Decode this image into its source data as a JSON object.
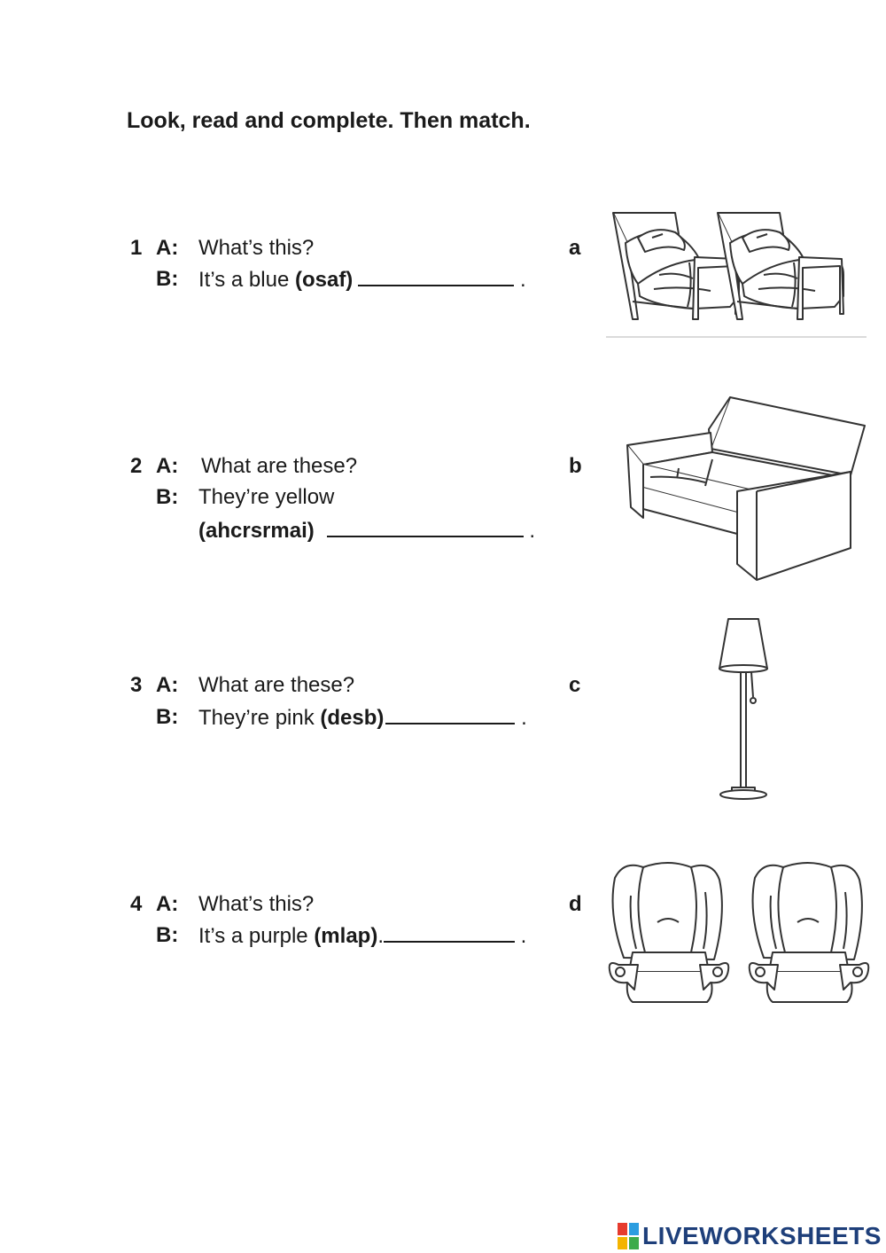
{
  "title": "Look, read and complete. Then match.",
  "items": [
    {
      "num": "1",
      "a_label": "A:",
      "a_text": "What’s this?",
      "b_label": "B:",
      "b_text": "It’s a blue ",
      "b_word": "(osaf)",
      "end": ".",
      "letter": "a"
    },
    {
      "num": "2",
      "a_label": "A:",
      "a_text": "What are these?",
      "b_label": "B:",
      "b_text": "They’re yellow",
      "b_word": "(ahcrsrmai)",
      "end": ".",
      "letter": "b"
    },
    {
      "num": "3",
      "a_label": "A:",
      "a_text": "What are these?",
      "b_label": "B:",
      "b_text": "They’re pink ",
      "b_word": "(desb)",
      "end": ".",
      "letter": "c"
    },
    {
      "num": "4",
      "a_label": "A:",
      "a_text": "What’s this?",
      "b_label": "B:",
      "b_text": "It’s a purple ",
      "b_word": "(mlap)",
      "b_after": ".",
      "end": ".",
      "letter": "d"
    }
  ],
  "pictures": [
    "beds-icon",
    "sofa-icon",
    "floor-lamp-icon",
    "armchairs-icon"
  ],
  "logo": {
    "text": "LIVEWORKSHEETS",
    "mark_letters": [
      "L",
      "I",
      "V",
      "E"
    ],
    "colors": [
      "#e63b2e",
      "#2b9de0",
      "#f4b400",
      "#3cab4a"
    ]
  }
}
